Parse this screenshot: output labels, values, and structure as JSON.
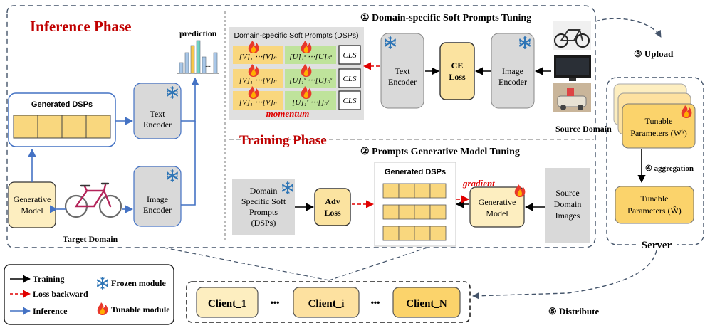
{
  "inference": {
    "title": "Inference Phase",
    "generated_dsps": "Generated DSPs",
    "text_encoder": [
      "Text",
      "Encoder"
    ],
    "image_encoder": [
      "Image",
      "Encoder"
    ],
    "generative_model": [
      "Generative",
      "Model"
    ],
    "target_domain": "Target Domain",
    "prediction": "prediction",
    "ellipsis": "..."
  },
  "stage1": {
    "title": "① Domain-specific Soft Prompts Tuning",
    "dsp_title": "Domain-specific Soft Prompts (DSPs)",
    "row_prompts": [
      "[V]₁ ⋯[V]ₙ",
      "[V]₁ ⋯[V]ₙ",
      "[V]₁ ⋯[V]ₙ"
    ],
    "row_shared": [
      "[U]₁ˢ ⋯[U]ₙˢ",
      "[U]₁ˢ ⋯[U]ₙˢ",
      "[U]₁ˢ ⋯[]ₙˢ"
    ],
    "cls": "CLS",
    "momentum": "momentum",
    "text_encoder": [
      "Text",
      "Encoder"
    ],
    "ce_loss": [
      "CE",
      "Loss"
    ],
    "image_encoder": [
      "Image",
      "Encoder"
    ],
    "source_domain": "Source Domain"
  },
  "training": {
    "title": "Training Phase",
    "stage2_title": "② Prompts Generative Model Tuning",
    "dsp_box": [
      "Domain",
      "Specific Soft",
      "Prompts",
      "(DSPs)"
    ],
    "adv_loss": [
      "Adv",
      "Loss"
    ],
    "generated_dsps": "Generated DSPs",
    "gradient": "gradient",
    "generative_model": [
      "Generative",
      "Model"
    ],
    "source_images": [
      "Source",
      "Domain",
      "Images"
    ]
  },
  "server": {
    "upload": "③  Upload",
    "tunable_k": [
      "Tunable",
      "Parameters (Wᵏ)"
    ],
    "aggregation": "④ aggregation",
    "tunable_hat": [
      "Tunable",
      "Parameters (Ŵ)"
    ],
    "label": "Server"
  },
  "clients": {
    "items": [
      "Client_1",
      "Client_i",
      "Client_N"
    ],
    "dots": "•••",
    "distribute": "⑤ Distribute"
  },
  "legend": {
    "training": "Training",
    "loss_backward": "Loss backward",
    "inference": "Inference",
    "frozen": "Frozen module",
    "tunable": "Tunable module"
  },
  "colors": {
    "accent_red": "#c00000",
    "box_yellow": "#fbe3a0",
    "box_gray": "#d9d9d9",
    "inference_blue": "#4472c4"
  }
}
